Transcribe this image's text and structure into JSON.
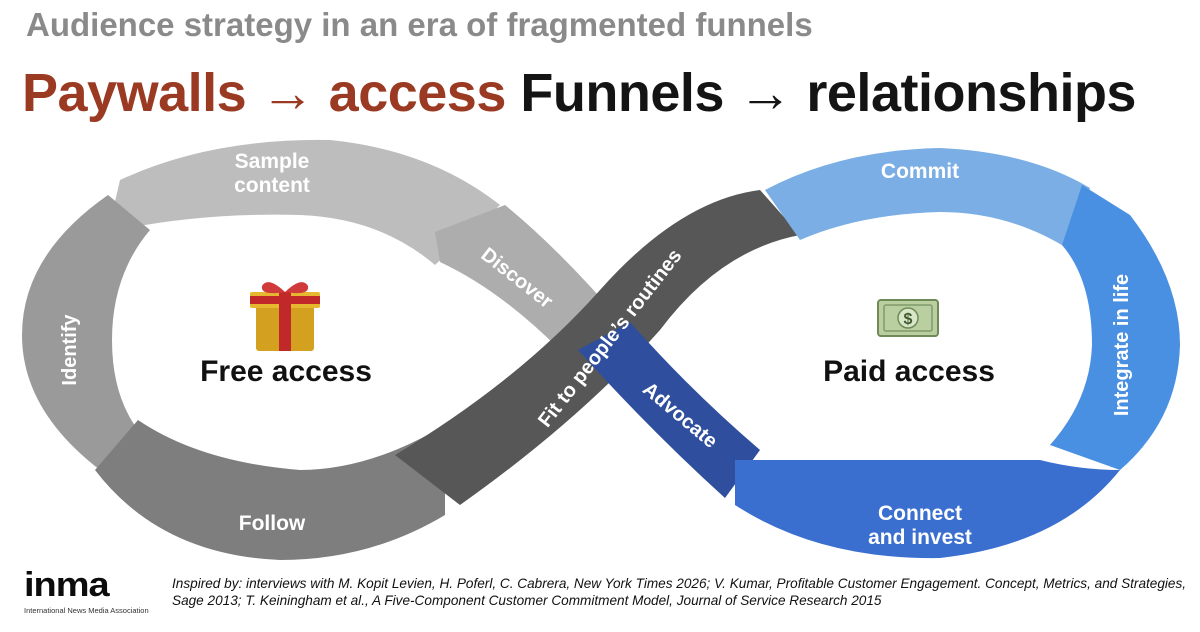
{
  "subtitle": "Audience strategy in an era of fragmented funnels",
  "headline": {
    "old_model": "Paywalls → access",
    "new_model": "Funnels → relationships"
  },
  "diagram": {
    "left_loop": {
      "center_label": "Free access",
      "icon": "gift-icon",
      "segments": {
        "sample_content": [
          "Sample",
          "content"
        ],
        "discover": "Discover",
        "identify": "Identify",
        "follow": "Follow"
      }
    },
    "crossover": {
      "fit_to_routines": "Fit to people’s routines",
      "advocate": "Advocate"
    },
    "right_loop": {
      "center_label": "Paid access",
      "icon": "money-bill-icon",
      "segments": {
        "commit": "Commit",
        "integrate": "Integrate in life",
        "connect": [
          "Connect",
          "and invest"
        ]
      }
    },
    "colors": {
      "gray_light": "#bdbdbd",
      "gray_mid": "#a8a8a8",
      "gray_dark": "#8a8a8a",
      "gray_darker": "#6e6e6e",
      "crossover_dark": "#575757",
      "blue_light": "#7aaee5",
      "blue_mid": "#4a90e2",
      "blue_deep": "#3a6fd0",
      "blue_navy": "#2f4f9e"
    }
  },
  "footer": {
    "logo": "inma",
    "logo_tagline": "International News Media Association",
    "note": "Inspired by: interviews with M. Kopit Levien, H. Poferl, C. Cabrera, New York Times 2026; V. Kumar, Profitable Customer Engagement. Concept, Metrics, and Strategies, Sage 2013; T. Keiningham et al., A Five-Component Customer Commitment Model, Journal of Service Research 2015"
  }
}
